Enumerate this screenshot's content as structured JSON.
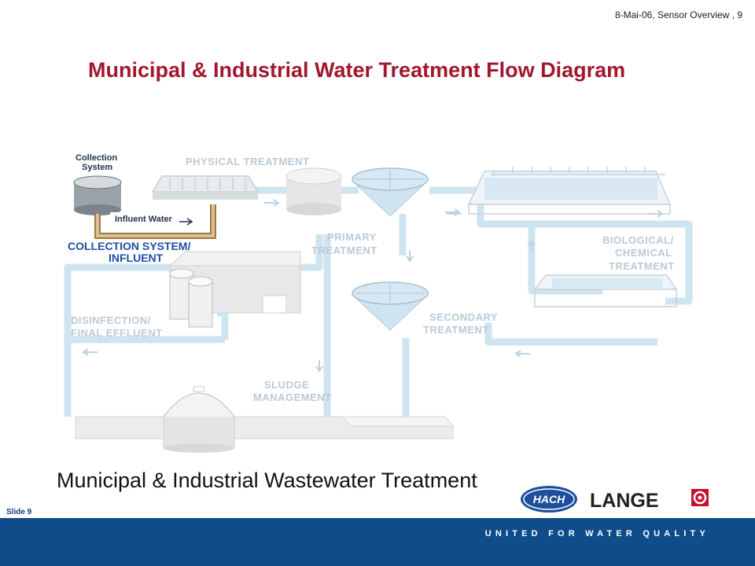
{
  "header": {
    "meta": "8-Mai-06,  Sensor Overview  , 9"
  },
  "title": "Municipal & Industrial Water Treatment Flow Diagram",
  "diagram": {
    "labels": {
      "collection_system_line1": "Collection",
      "collection_system_line2": "System",
      "influent_water": "Influent Water",
      "collection_influent_line1": "COLLECTION SYSTEM/",
      "collection_influent_line2": "INFLUENT",
      "physical_treatment": "PHYSICAL TREATMENT",
      "primary_line1": "PRIMARY",
      "primary_line2": "TREATMENT",
      "biological_line1": "BIOLOGICAL/",
      "biological_line2": "CHEMICAL",
      "biological_line3": "TREATMENT",
      "disinfection_line1": "DISINFECTION/",
      "disinfection_line2": "FINAL EFFLUENT",
      "secondary_line1": "SECONDARY",
      "secondary_line2": "TREATMENT",
      "sludge_line1": "SLUDGE",
      "sludge_line2": "MANAGEMENT"
    },
    "colors": {
      "pipe": "#cfe4f1",
      "structure": "#e6e6e6",
      "dark_label": "#23324a",
      "blue_label": "#1f4ea3",
      "light_label": "#bccad5",
      "influent_pipe": "#a07838"
    }
  },
  "subtitle": "Municipal & Industrial Wastewater Treatment",
  "slide_number": "Slide 9",
  "brand": {
    "logo_hach": "HACH",
    "logo_lange": "LANGE",
    "tagline": "UNITED FOR WATER QUALITY"
  },
  "colors": {
    "title": "#a1172e",
    "footer_bar": "#0e4c8a",
    "hach_blue": "#1d4f9c",
    "lange_red": "#c8102e"
  }
}
